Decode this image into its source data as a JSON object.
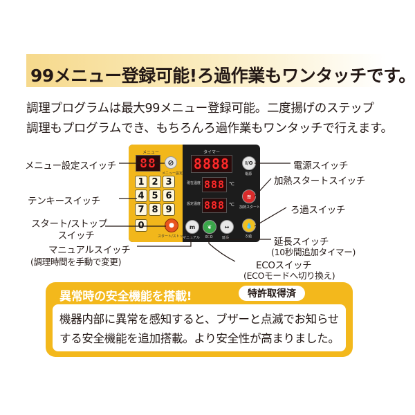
{
  "headline": "99メニュー登録可能!ろ過作業もワンタッチです。",
  "intro": {
    "line1": "調理プログラムは最大99メニュー登録可能。二度揚げのステップ",
    "line2": "調理もプログラムでき、もちろんろ過作業もワンタッチで行えます。"
  },
  "panel": {
    "menu_label": "メニュー",
    "timer_label": "タイマー",
    "menu_display": "88",
    "timer_display": "8888",
    "temp_display_1": "888",
    "temp_display_2": "888",
    "temp_label_1": "現在温度",
    "temp_label_2": "設定温度",
    "unit": "℃",
    "menu_set_label": "メニュー設定",
    "start_stop_label": "スタート/ストップ",
    "manual_label": "マニュアル",
    "eco_label": "ECO",
    "extend_label": "延長",
    "power_label": "電源",
    "heat_label": "加熱スタート",
    "filter_label": "ろ過",
    "power_symbol": "I/O",
    "keys": [
      "1",
      "2",
      "3",
      "4",
      "5",
      "6",
      "7",
      "8",
      "9",
      "0"
    ]
  },
  "labels": {
    "menu_switch": "メニュー設定スイッチ",
    "tenkey_switch": "テンキースイッチ",
    "start_stop_1": "スタート/ストップ",
    "start_stop_2": "スイッチ",
    "manual_switch": "マニュアルスイッチ",
    "manual_note": "(調理時間を手動で変更)",
    "power_switch": "電源スイッチ",
    "heat_switch": "加熱スタートスイッチ",
    "filter_switch": "ろ過スイッチ",
    "extend_switch": "延長スイッチ",
    "extend_note": "(10秒間追加タイマー)",
    "eco_switch": "ECOスイッチ",
    "eco_note": "(ECOモードへ切り換え)"
  },
  "safety": {
    "title": "異常時の安全機能を搭載!",
    "badge": "特許取得済",
    "line1": "機器内部に異常を感知すると、ブザーと点滅でお知らせ",
    "line2": "する安全機能を追加搭載。より安全性が高まりました。"
  },
  "colors": {
    "accent_yellow": "#f3b81c",
    "panel_black": "#1c1c1c",
    "display_red": "#ff2a2a"
  }
}
